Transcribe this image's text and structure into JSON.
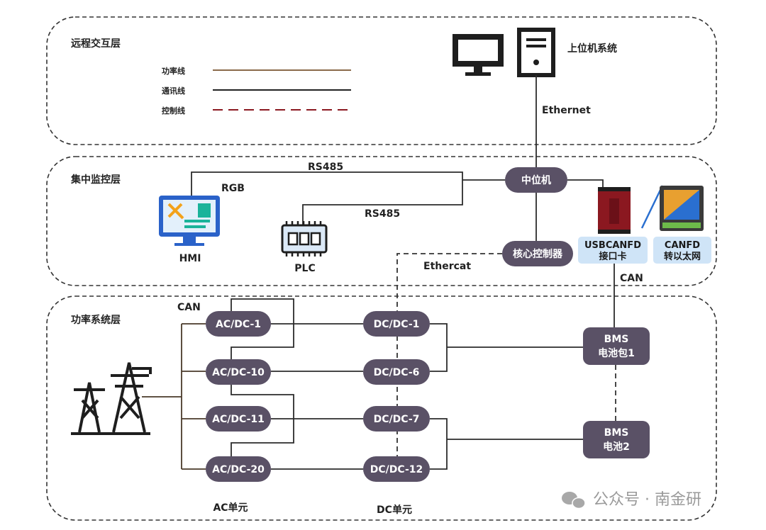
{
  "layers": {
    "remote": "远程交互层",
    "monitor": "集中监控层",
    "power": "功率系统层"
  },
  "legend": {
    "power_line": "功率线",
    "comm_line": "通讯线",
    "ctrl_line": "控制线"
  },
  "colors": {
    "node_fill": "#5a5166",
    "power_line": "#4a3a2a",
    "comm_line": "#2b2b2b",
    "ctrl_line": "#333333",
    "card_fill": "#cfe4f7",
    "card_device": "#8b1820",
    "ethernet_device": "#e8a030"
  },
  "icons": [
    "monitor-icon",
    "server-tower-icon",
    "hmi-screen-icon",
    "plc-chip-icon",
    "power-tower-icon",
    "usbcanfd-device-icon",
    "can-ethernet-device-icon"
  ],
  "labels": {
    "host_system": "上位机系统",
    "ethernet": "Ethernet",
    "rs485_top": "RS485",
    "rs485_bottom": "RS485",
    "rgb": "RGB",
    "hmi": "HMI",
    "plc": "PLC",
    "ethercat": "Ethercat",
    "can_top": "CAN",
    "can_left": "CAN",
    "ac_unit": "AC单元",
    "dc_unit": "DC单元"
  },
  "nodes": {
    "mid_computer": "中位机",
    "core_controller": "核心控制器",
    "usbcanfd_line1": "USBCANFD",
    "usbcanfd_line2": "接口卡",
    "canfd_line1": "CANFD",
    "canfd_line2": "转以太网",
    "ac_dc": [
      "AC/DC-1",
      "AC/DC-10",
      "AC/DC-11",
      "AC/DC-20"
    ],
    "dc_dc": [
      "DC/DC-1",
      "DC/DC-6",
      "DC/DC-7",
      "DC/DC-12"
    ],
    "bms1_line1": "BMS",
    "bms1_line2": "电池包1",
    "bms2_line1": "BMS",
    "bms2_line2": "电池2"
  },
  "watermark": "公众号 · 南金研"
}
